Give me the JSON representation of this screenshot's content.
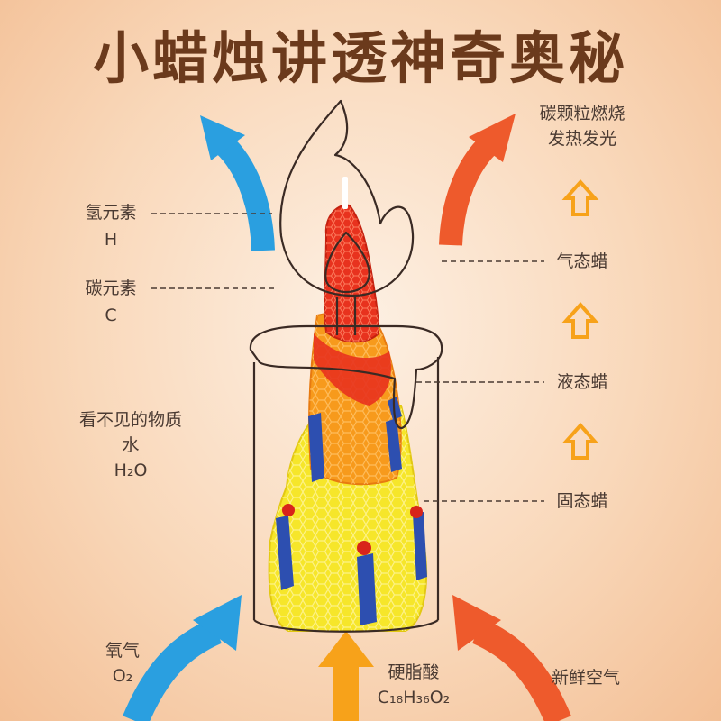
{
  "title": "小蜡烛讲透神奇奥秘",
  "labels": {
    "hydrogen": {
      "name": "氢元素",
      "symbol": "H"
    },
    "carbon": {
      "name": "碳元素",
      "symbol": "C"
    },
    "invisible": {
      "name": "看不见的物质",
      "substance": "水",
      "formula": "H₂O"
    },
    "oxygen": {
      "name": "氧气",
      "formula": "O₂"
    },
    "stearic": {
      "name": "硬脂酸",
      "formula": "C₁₈H₃₆O₂"
    },
    "fresh_air": {
      "name": "新鲜空气"
    },
    "carbon_burn": {
      "line1": "碳颗粒燃烧",
      "line2": "发热发光"
    },
    "gas_wax": {
      "name": "气态蜡"
    },
    "liquid_wax": {
      "name": "液态蜡"
    },
    "solid_wax": {
      "name": "固态蜡"
    }
  },
  "colors": {
    "title": "#6b3a1c",
    "arrow_blue": "#2a9fe0",
    "arrow_orange_red": "#ee5a2c",
    "arrow_orange": "#f7a21a",
    "outline": "#3a2a24",
    "wax_yellow": "#f6e62a",
    "wax_orange": "#f79a1c",
    "wax_red": "#e8321e",
    "wax_blue": "#2d4fb0"
  }
}
